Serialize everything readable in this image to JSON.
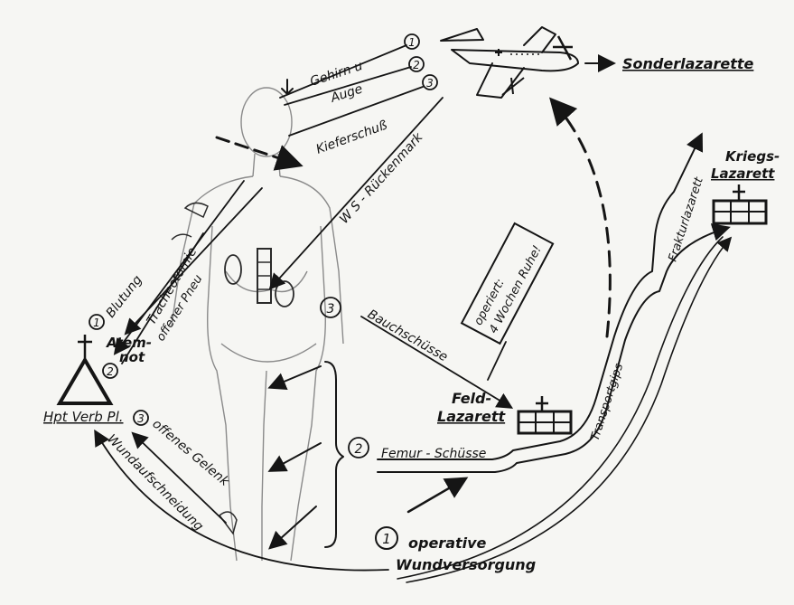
{
  "destinations": {
    "special_hospital": "Sonderlazarette",
    "war_hospital_line1": "Kriegs-",
    "war_hospital_line2": "Lazarett",
    "field_hospital_line1": "Feld-",
    "field_hospital_line2": "Lazarett",
    "main_dressing_station": "Hpt Verb Pl."
  },
  "air_routes": [
    {
      "number": "1",
      "label_line1": "Gehirn u",
      "label_line2": "Auge"
    },
    {
      "number": "2",
      "label": ""
    },
    {
      "number": "3",
      "label": "Kieferschuß"
    }
  ],
  "spine_route": {
    "label": "W S - Rückenmark"
  },
  "left_routes": [
    {
      "number": "1",
      "label": "Blutung"
    },
    {
      "number": "2",
      "label_line1": "Atem-",
      "label_line2": "not",
      "sub_a": "Tracheotomie",
      "sub_b": "offener Pneu"
    },
    {
      "number": "3",
      "label": "offenes Gelenk",
      "sub": "Wundaufschneidung"
    }
  ],
  "abdomen": {
    "number": "3",
    "label": "Bauchschüsse",
    "box_line1": "operiert:",
    "box_line2": "4 Wochen Ruhe!"
  },
  "femur": {
    "number": "2",
    "label": "Femur - Schüsse"
  },
  "casts": {
    "transport": "Transportgips",
    "fracture": "Frakturlazarett"
  },
  "operative": {
    "number": "1",
    "line1": "operative",
    "line2": "Wundversorgung"
  },
  "colors": {
    "ink": "#151515",
    "paper": "#f6f6f3",
    "faded": "#8a8a8a"
  },
  "icons": [
    "airplane-icon",
    "cross-icon",
    "triangle-icon",
    "hospital-building-icon"
  ]
}
